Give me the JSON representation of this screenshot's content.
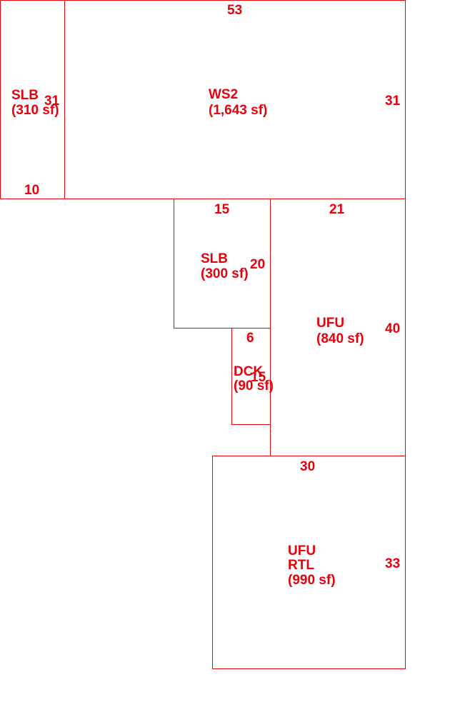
{
  "colors": {
    "line": "#e8000b",
    "background": "#ffffff"
  },
  "areas": [
    {
      "id": "slb-left",
      "code": "SLB",
      "area": "(310 sf)"
    },
    {
      "id": "ws2",
      "code": "WS2",
      "area": "(1,643 sf)"
    },
    {
      "id": "slb-mid",
      "code": "SLB",
      "area": "(300 sf)"
    },
    {
      "id": "ufu",
      "code": "UFU",
      "area": "(840 sf)"
    },
    {
      "id": "dck",
      "code": "DCK",
      "area": "(90 sf)"
    },
    {
      "id": "ufu-rtl",
      "code": "UFU",
      "subcode": "RTL",
      "area": "(990 sf)"
    }
  ],
  "dimensions": {
    "slb_left_height": "31",
    "slb_left_width": "10",
    "ws2_width": "53",
    "ws2_height": "31",
    "slb_mid_width": "15",
    "slb_mid_height": "20",
    "ufu_width": "21",
    "ufu_height": "40",
    "dck_width": "6",
    "dck_height": "15",
    "ufu_rtl_width": "30",
    "ufu_rtl_height": "33"
  }
}
